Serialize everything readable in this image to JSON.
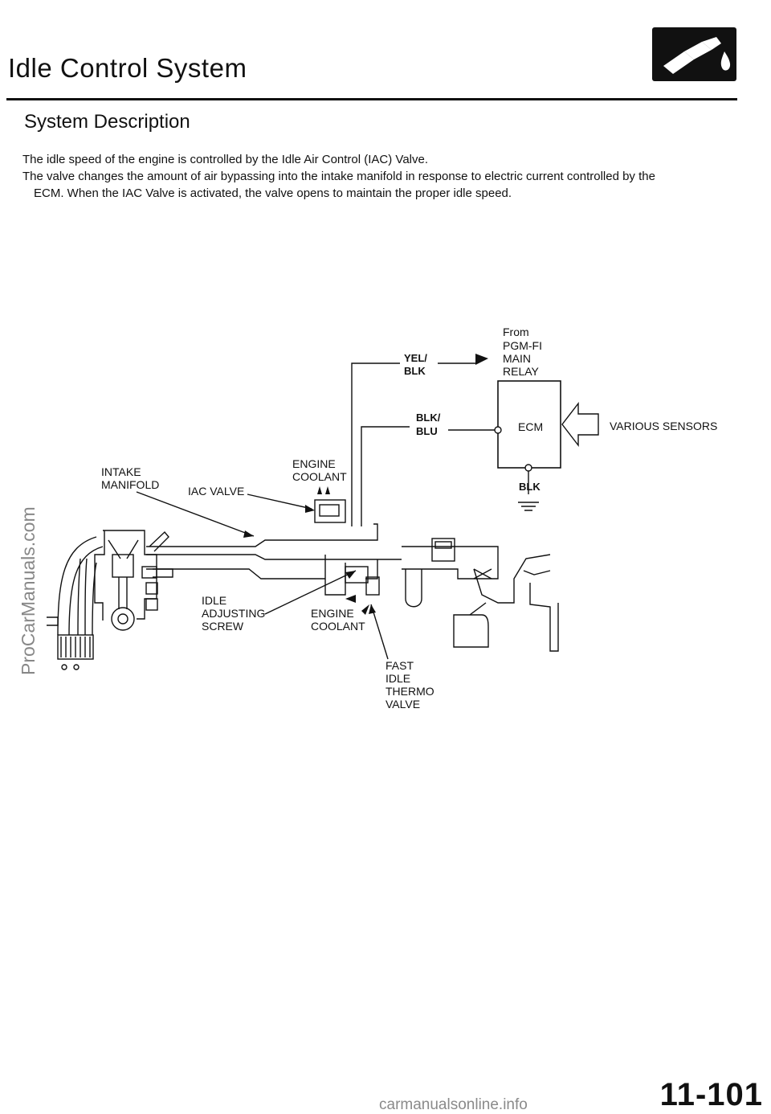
{
  "header": {
    "title": "Idle Control System",
    "badge_icon": "fuel-nozzle-icon"
  },
  "section": {
    "title": "System Description"
  },
  "description": {
    "line1": "The idle speed of the engine is controlled by the Idle Air Control (IAC) Valve.",
    "line2": "The valve changes the amount of air bypassing into the intake manifold in response to electric current controlled by the",
    "line3": "ECM. When the IAC Valve is activated, the valve opens to maintain the proper idle speed."
  },
  "diagram": {
    "from_relay": [
      "From",
      "PGM-FI",
      "MAIN",
      "RELAY"
    ],
    "wire_yel_blk": [
      "YEL/",
      "BLK"
    ],
    "wire_blk_blu": [
      "BLK/",
      "BLU"
    ],
    "ecm": "ECM",
    "various_sensors": "VARIOUS SENSORS",
    "ground_wire": "BLK",
    "intake_manifold": [
      "INTAKE",
      "MANIFOLD"
    ],
    "iac_valve": "IAC VALVE",
    "engine_coolant_top": [
      "ENGINE",
      "COOLANT"
    ],
    "idle_adjusting_screw": [
      "IDLE",
      "ADJUSTING",
      "SCREW"
    ],
    "engine_coolant_bottom": [
      "ENGINE",
      "COOLANT"
    ],
    "fast_idle_thermo_valve": [
      "FAST",
      "IDLE",
      "THERMO",
      "VALVE"
    ]
  },
  "footer": {
    "page_number": "11-101",
    "watermark_side": "ProCarManuals.com",
    "watermark_bottom": "carmanualsonline.info"
  }
}
